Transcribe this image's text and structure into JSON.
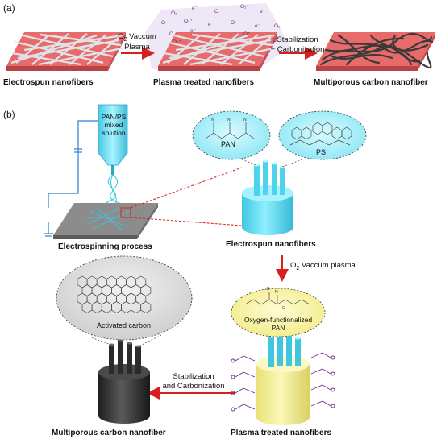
{
  "panel_a": {
    "tag": "(a)",
    "step1_caption": "Electrospun nanofibers",
    "arrow1_line1_prefix": "O",
    "arrow1_line1_sub": "2",
    "arrow1_line1_suffix": " Vaccum",
    "arrow1_line2": "Plasma",
    "step2_caption": "Plasma treated nanofibers",
    "plasma_species": [
      "O₂",
      "e⁻",
      "O",
      "O₂⁺",
      "e⁻",
      "O",
      "O₂⁺",
      "e⁻",
      "O",
      "e⁻",
      "O₂",
      "O",
      "e⁻",
      "O⁺",
      "O",
      "O₂⁺"
    ],
    "arrow2_line1": "Stabilization",
    "arrow2_line2": "+ Carbonization",
    "step3_caption": "Multiporous carbon nanofiber"
  },
  "panel_b": {
    "tag": "(b)",
    "syringe_label_1": "PAN/PS",
    "syringe_label_2": "mixed",
    "syringe_label_3": "solution",
    "electrospinning_caption": "Electrospinning process",
    "bubble_pan_label": "PAN",
    "bubble_ps_label": "PS",
    "electrospun_caption": "Electrospun nanofibers",
    "arrow_down_prefix": "O",
    "arrow_down_sub": "2",
    "arrow_down_suffix": " Vaccum plasma",
    "activated_label": "Activated carbon",
    "oxygen_label_1": "Oxygen-functionalized",
    "oxygen_label_2": "PAN",
    "arrow_left_line1": "Stabilization",
    "arrow_left_line2": "and Carbonization",
    "carbon_caption": "Multiporous carbon nanofiber",
    "plasma_caption": "Plasma treated nanofibers"
  },
  "colors": {
    "substrate_red": "#e96a6a",
    "fiber_white": "#dfe9ee",
    "fiber_dark": "#3a3a3a",
    "arrow_red": "#d81f1f",
    "cyan": "#6ee0f3",
    "plasma_purple": "#ece4f5",
    "species_purple": "#6a2c8a",
    "yellow": "#f7f29b",
    "carbon_black": "#303030"
  }
}
